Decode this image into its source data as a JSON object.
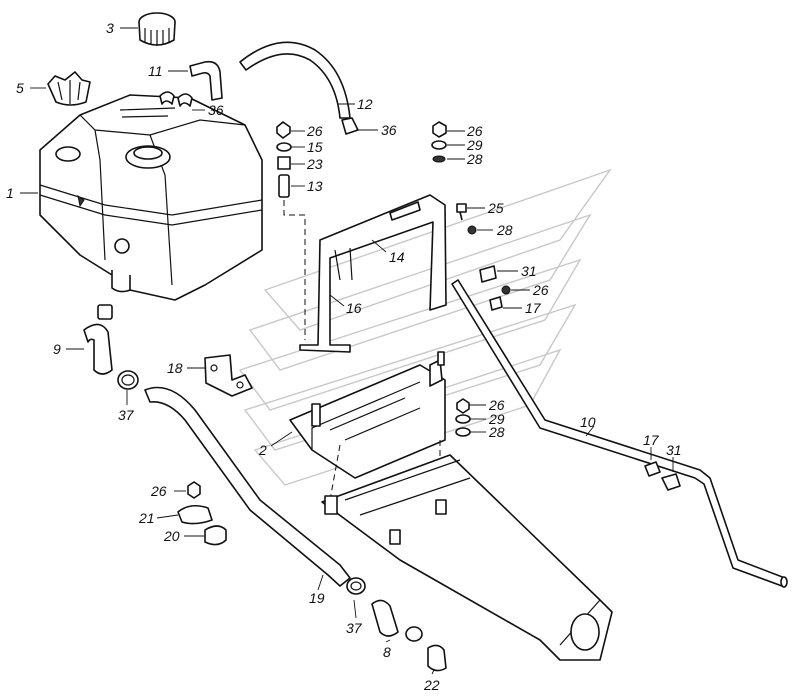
{
  "callouts": [
    {
      "id": "c3a",
      "text": "3"
    },
    {
      "id": "c5",
      "text": "5"
    },
    {
      "id": "c1",
      "text": "1"
    },
    {
      "id": "c11",
      "text": "11"
    },
    {
      "id": "c36a",
      "text": "36"
    },
    {
      "id": "c12",
      "text": "12"
    },
    {
      "id": "c36b",
      "text": "36"
    },
    {
      "id": "c26a",
      "text": "26"
    },
    {
      "id": "c15",
      "text": "15"
    },
    {
      "id": "c23",
      "text": "23"
    },
    {
      "id": "c13",
      "text": "13"
    },
    {
      "id": "c26b",
      "text": "26"
    },
    {
      "id": "c29a",
      "text": "29"
    },
    {
      "id": "c28a",
      "text": "28"
    },
    {
      "id": "c25",
      "text": "25"
    },
    {
      "id": "c28b",
      "text": "28"
    },
    {
      "id": "c14",
      "text": "14"
    },
    {
      "id": "c31a",
      "text": "31"
    },
    {
      "id": "c26c",
      "text": "26"
    },
    {
      "id": "c17a",
      "text": "17"
    },
    {
      "id": "c16",
      "text": "16"
    },
    {
      "id": "c9",
      "text": "9"
    },
    {
      "id": "c18",
      "text": "18"
    },
    {
      "id": "c37a",
      "text": "37"
    },
    {
      "id": "c2",
      "text": "2"
    },
    {
      "id": "c26d",
      "text": "26"
    },
    {
      "id": "c29b",
      "text": "29"
    },
    {
      "id": "c28c",
      "text": "28"
    },
    {
      "id": "c10",
      "text": "10"
    },
    {
      "id": "c17b",
      "text": "17"
    },
    {
      "id": "c31b",
      "text": "31"
    },
    {
      "id": "c26e",
      "text": "26"
    },
    {
      "id": "c21",
      "text": "21"
    },
    {
      "id": "c20",
      "text": "20"
    },
    {
      "id": "c19",
      "text": "19"
    },
    {
      "id": "c37b",
      "text": "37"
    },
    {
      "id": "c8",
      "text": "8"
    },
    {
      "id": "c22",
      "text": "22"
    }
  ]
}
